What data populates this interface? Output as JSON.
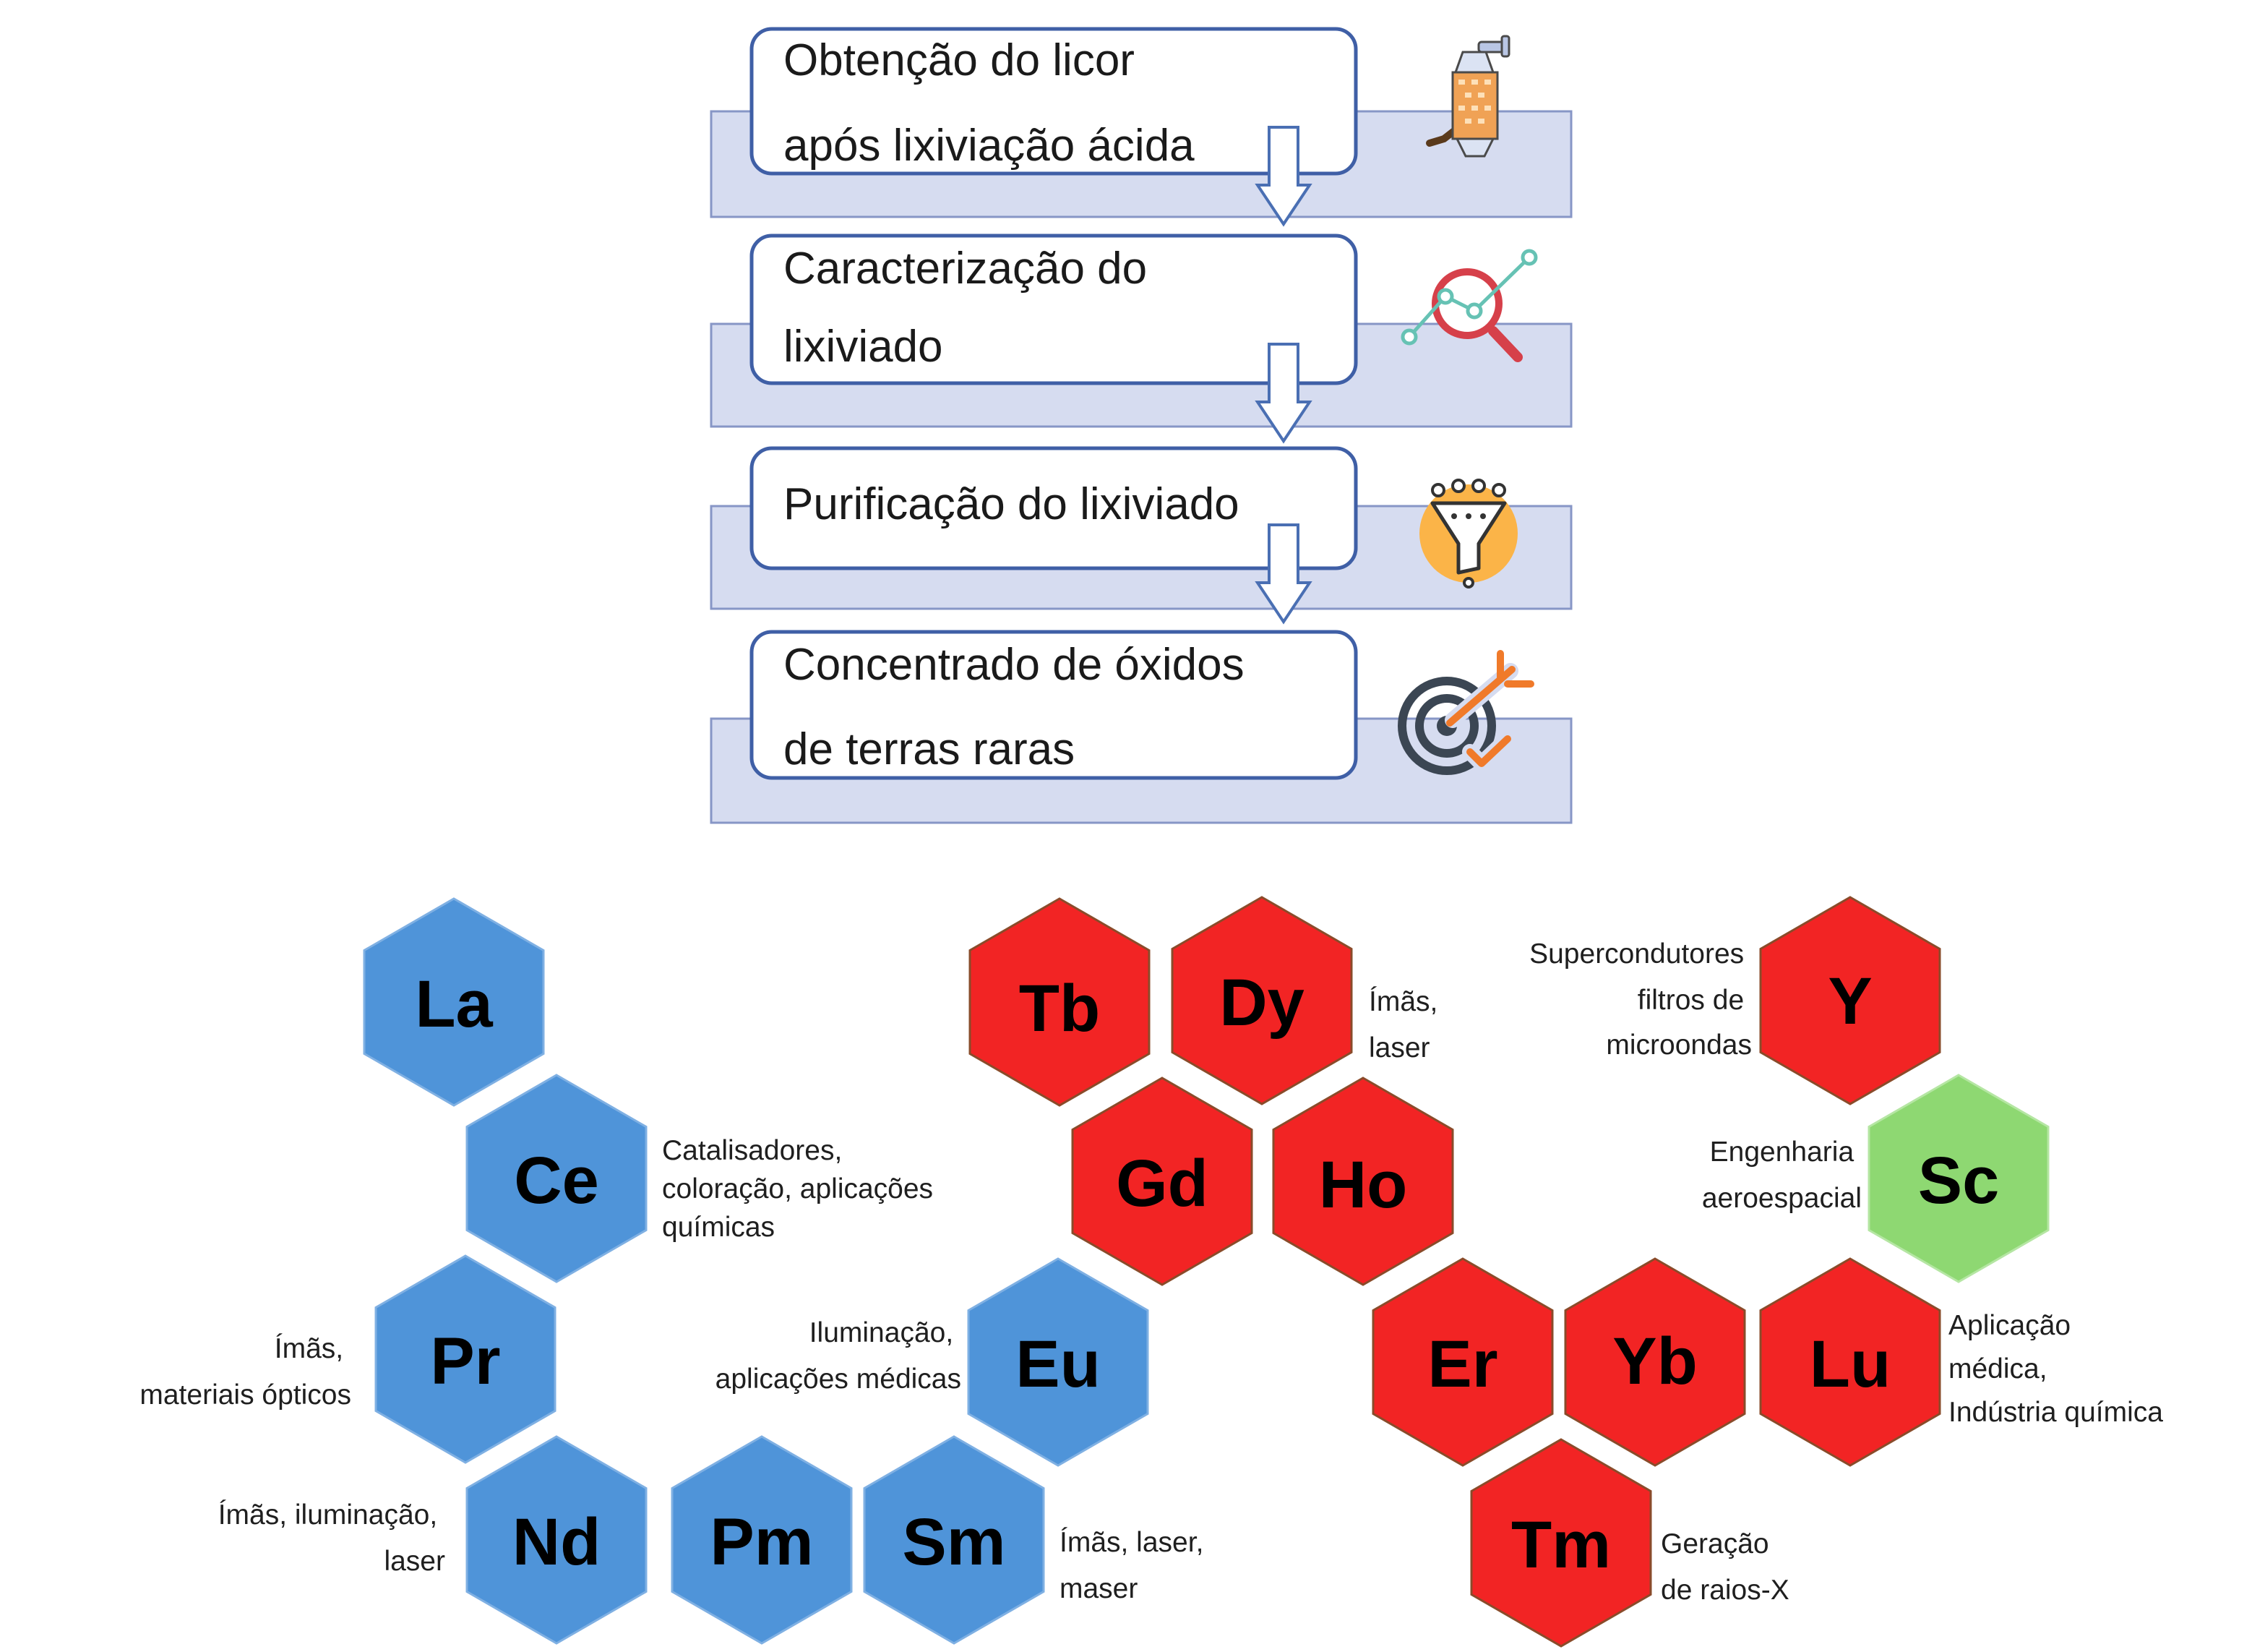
{
  "flowchart": {
    "steps": [
      {
        "lines": [
          "Obtenção do licor",
          "após lixiviação ácida"
        ],
        "icon": "spray-bottle"
      },
      {
        "lines": [
          "Caracterização do",
          "lixiviado"
        ],
        "icon": "magnifier-chart"
      },
      {
        "lines": [
          "Purificação do lixiviado"
        ],
        "icon": "funnel"
      },
      {
        "lines": [
          "Concentrado de óxidos",
          "de terras raras"
        ],
        "icon": "target-arrow-check"
      }
    ]
  },
  "hexagons": [
    {
      "symbol": "La",
      "color": "#4f94d9"
    },
    {
      "symbol": "Ce",
      "color": "#4f94d9",
      "uses": [
        "Catalisadores,",
        "coloração, aplicações",
        "químicas"
      ]
    },
    {
      "symbol": "Pr",
      "color": "#4f94d9",
      "uses": [
        "Ímãs,",
        "materiais ópticos"
      ]
    },
    {
      "symbol": "Nd",
      "color": "#4f94d9",
      "uses": [
        "Ímãs, iluminação,",
        "laser"
      ]
    },
    {
      "symbol": "Pm",
      "color": "#4f94d9"
    },
    {
      "symbol": "Sm",
      "color": "#4f94d9",
      "uses": [
        "Ímãs, laser,",
        "maser"
      ]
    },
    {
      "symbol": "Eu",
      "color": "#4f94d9",
      "uses": [
        "Iluminação,",
        "aplicações médicas"
      ]
    },
    {
      "symbol": "Tb",
      "color": "#f22424"
    },
    {
      "symbol": "Dy",
      "color": "#f22424",
      "uses": [
        "Ímãs,",
        "laser"
      ]
    },
    {
      "symbol": "Gd",
      "color": "#f22424"
    },
    {
      "symbol": "Ho",
      "color": "#f22424"
    },
    {
      "symbol": "Er",
      "color": "#f22424"
    },
    {
      "symbol": "Yb",
      "color": "#f22424"
    },
    {
      "symbol": "Lu",
      "color": "#f22424",
      "uses": [
        "Aplicação",
        "médica,",
        "Indústria química"
      ]
    },
    {
      "symbol": "Tm",
      "color": "#f22424",
      "uses": [
        "Geração",
        "de raios-X"
      ]
    },
    {
      "symbol": "Y",
      "color": "#f22424",
      "uses": [
        "Supercondutores",
        "filtros de",
        "microondas"
      ]
    },
    {
      "symbol": "Sc",
      "color": "#8ed872",
      "uses": [
        "Engenharia",
        "aeroespacial"
      ]
    }
  ]
}
